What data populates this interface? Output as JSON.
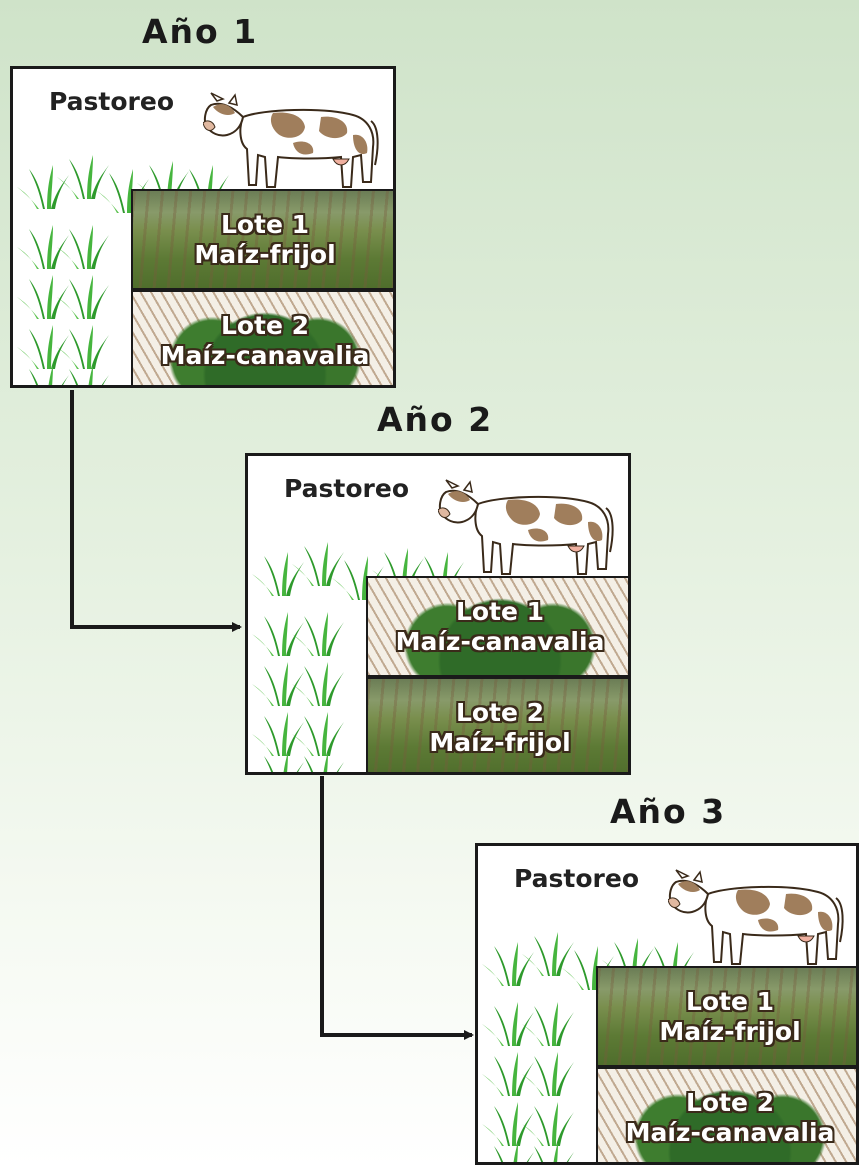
{
  "years": [
    {
      "title": "Año 1",
      "pastoreo": "Pastoreo",
      "lots": [
        {
          "name": "Lote 1",
          "crop": "Maíz-frijol"
        },
        {
          "name": "Lote 2",
          "crop": "Maíz-canavalia"
        }
      ]
    },
    {
      "title": "Año 2",
      "pastoreo": "Pastoreo",
      "lots": [
        {
          "name": "Lote 1",
          "crop": "Maíz-canavalia"
        },
        {
          "name": "Lote 2",
          "crop": "Maíz-frijol"
        }
      ]
    },
    {
      "title": "Año 3",
      "pastoreo": "Pastoreo",
      "lots": [
        {
          "name": "Lote 1",
          "crop": "Maíz-frijol"
        },
        {
          "name": "Lote 2",
          "crop": "Maíz-canavalia"
        }
      ]
    }
  ],
  "colors": {
    "border": "#1a1a1a",
    "grass": "#3fae3a",
    "cow_patch": "#9a7a5a"
  },
  "icons": {
    "animal": "cow-icon",
    "vegetation": "grass-icon"
  }
}
